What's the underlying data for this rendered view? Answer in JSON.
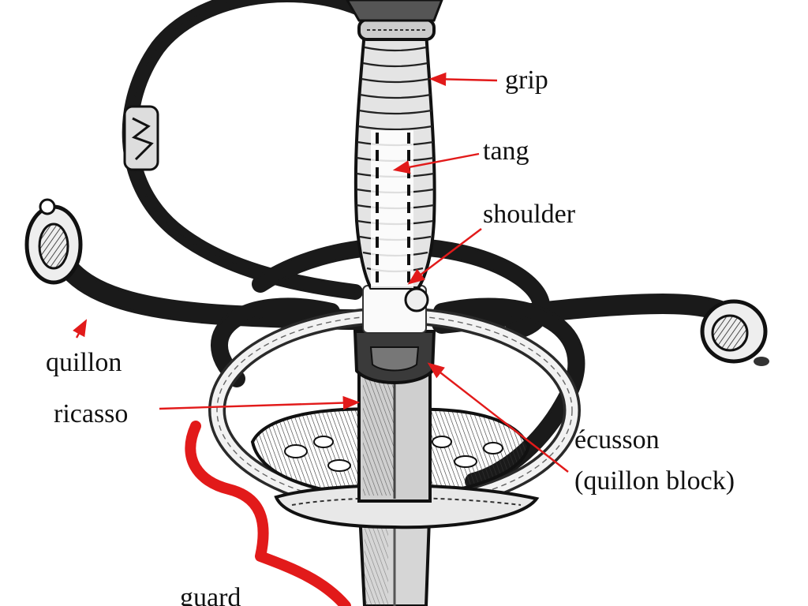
{
  "diagram": {
    "labels": {
      "grip": "grip",
      "tang": "tang",
      "shoulder": "shoulder",
      "quillon": "quillon",
      "ricasso": "ricasso",
      "ecusson_line1": "écusson",
      "ecusson_line2": "(quillon block)",
      "guard": "guard"
    },
    "colors": {
      "arrow": "#e21a1a",
      "ink": "#1a1a1a",
      "background": "#ffffff"
    }
  }
}
